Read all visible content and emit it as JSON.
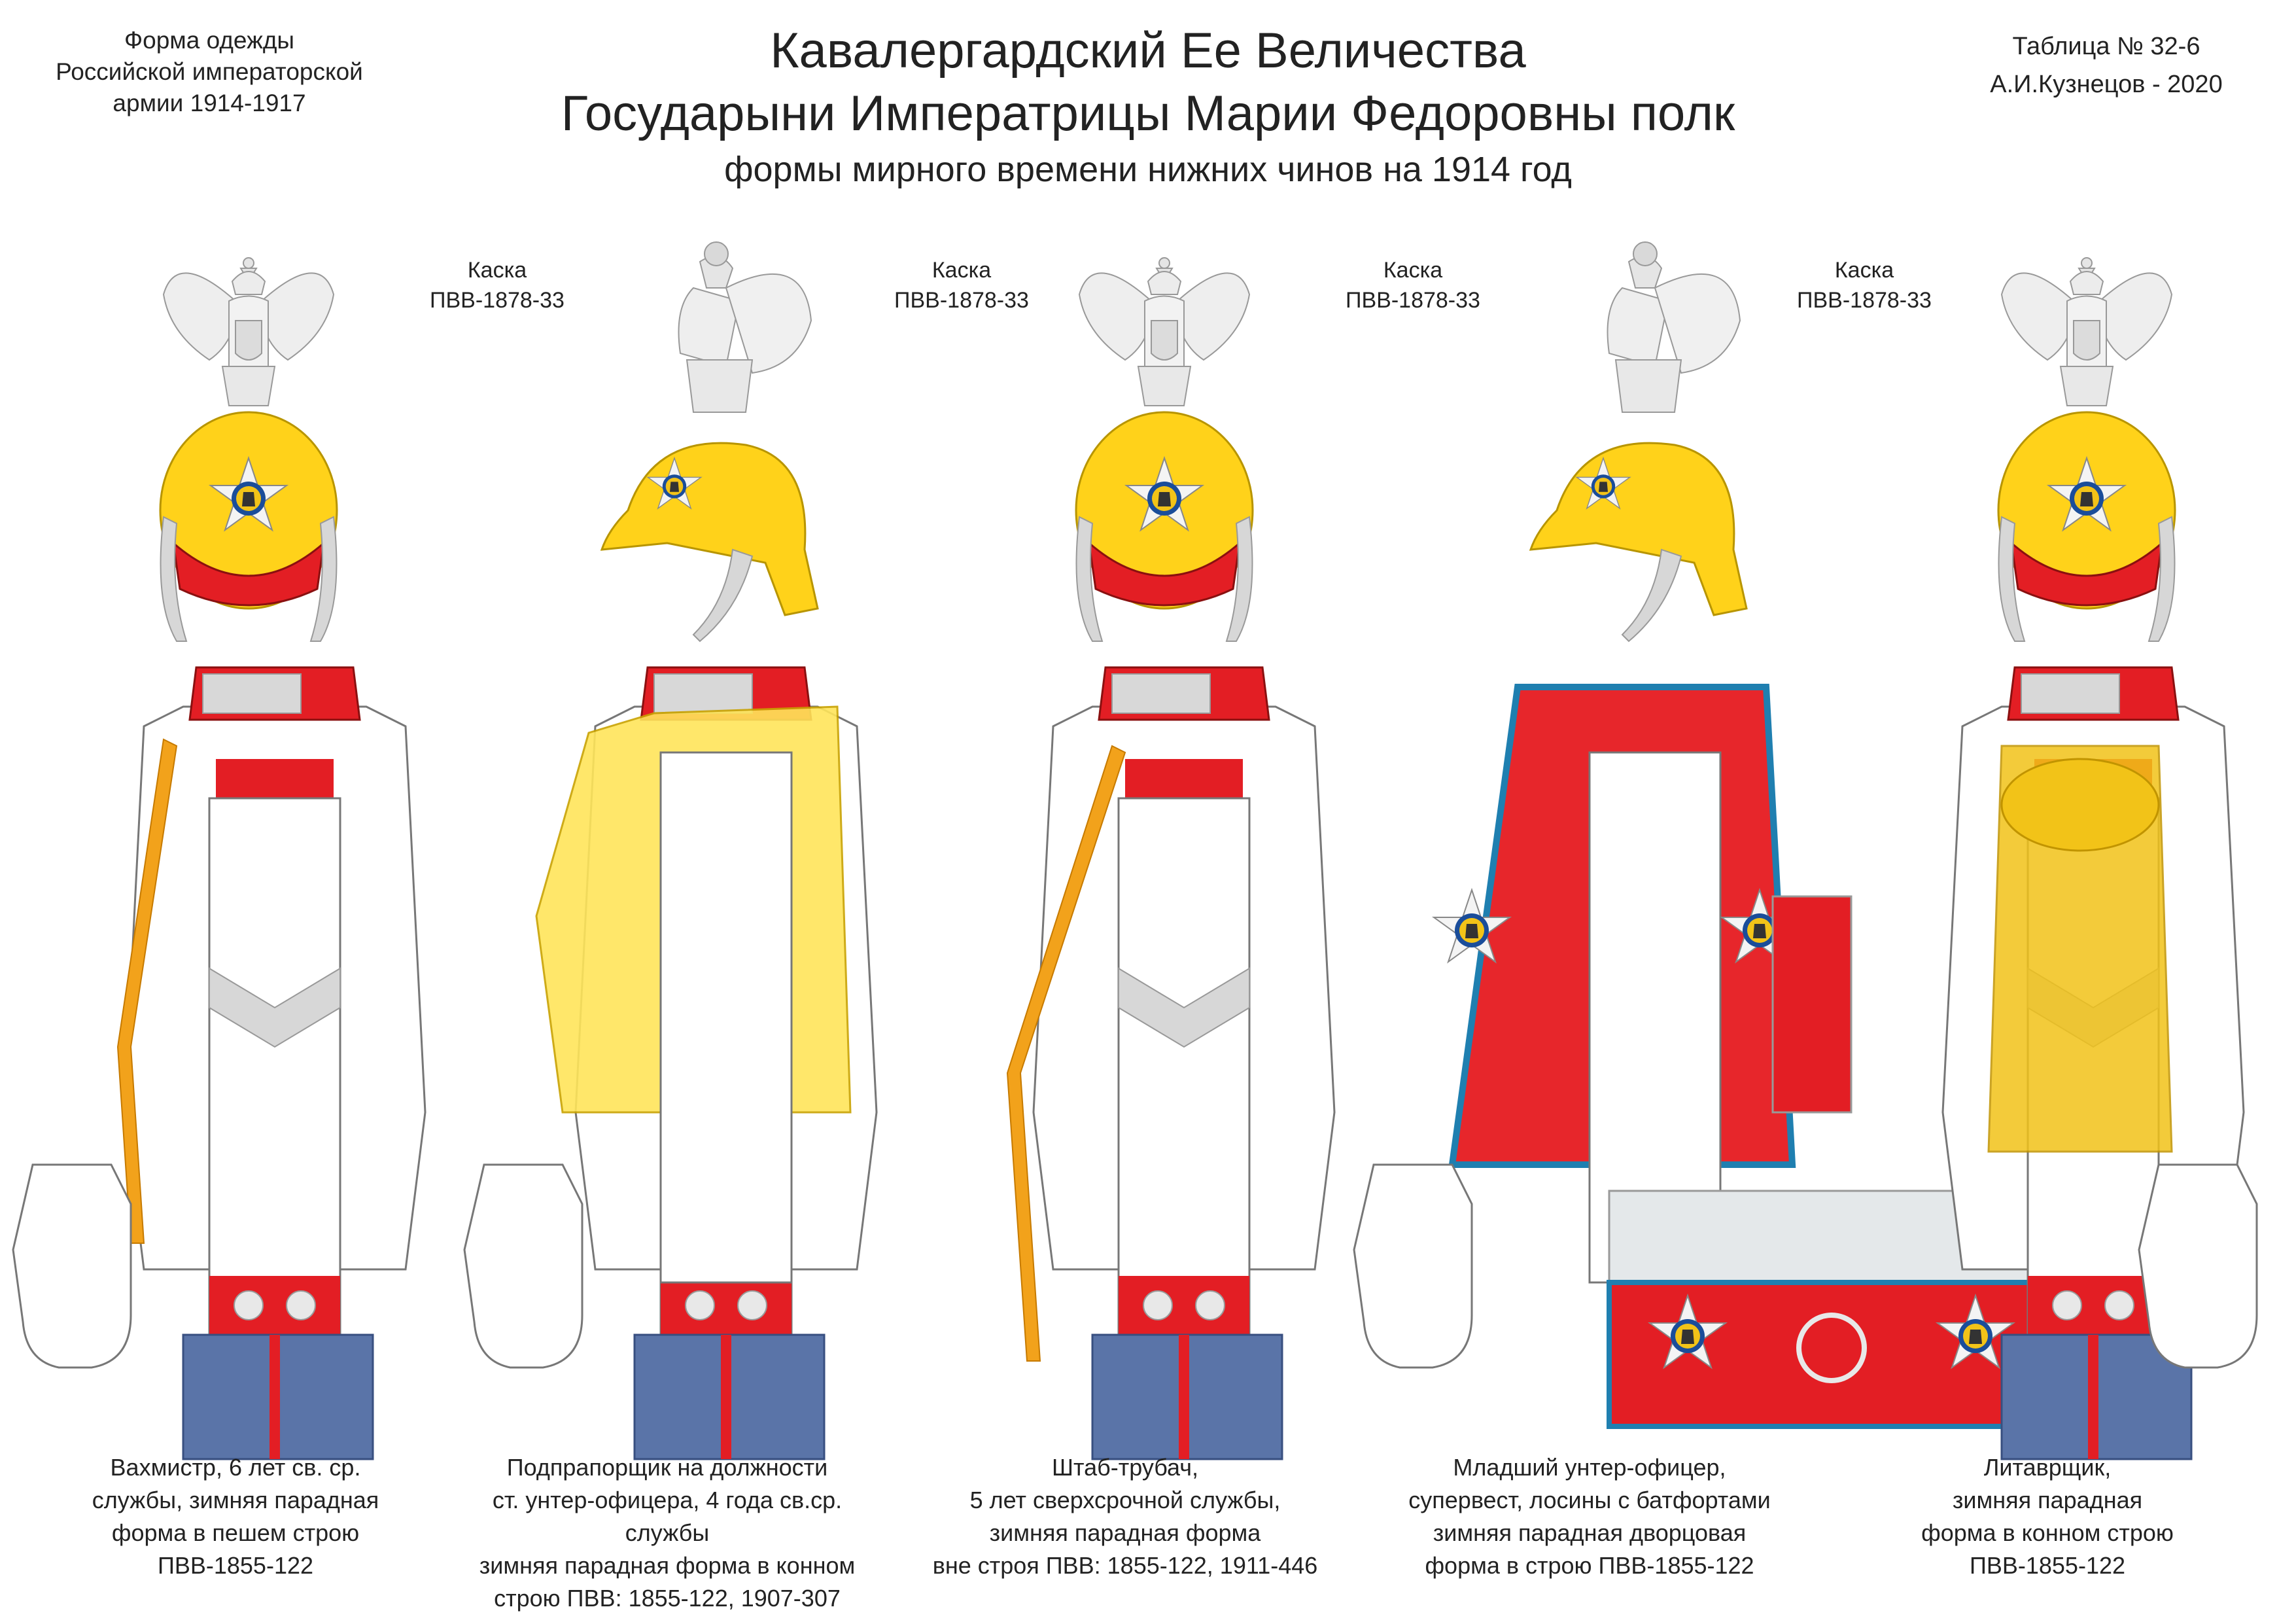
{
  "header": {
    "top_left_lines": [
      "Форма одежды",
      "Российской императорской",
      "армии  1914-1917"
    ],
    "top_right_lines": [
      "Таблица № 32-6",
      "А.И.Кузнецов - 2020"
    ],
    "title_line1": "Кавалергардский Ее Величества",
    "title_line2": "Государыни Императрицы Марии Федоровны полк",
    "subtitle": "формы мирного времени нижних чинов  на 1914 год"
  },
  "helmet_labels": [
    {
      "line1": "Каска",
      "line2": "ПВВ-1878-33"
    },
    {
      "line1": "Каска",
      "line2": "ПВВ-1878-33"
    },
    {
      "line1": "Каска",
      "line2": "ПВВ-1878-33"
    },
    {
      "line1": "Каска",
      "line2": "ПВВ-1878-33"
    }
  ],
  "figures": [
    {
      "lines": [
        "Вахмистр, 6 лет св. ср.",
        "службы, зимняя парадная",
        "форма в пешем строю",
        "ПВВ-1855-122"
      ]
    },
    {
      "lines": [
        "Подпрапорщик на должности",
        "ст. унтер-офицера, 4 года св.ср. службы",
        "зимняя парадная форма в конном",
        "строю ПВВ: 1855-122, 1907-307"
      ]
    },
    {
      "lines": [
        "Штаб-трубач,",
        "5 лет сверхсрочной службы,",
        "зимняя парадная форма",
        "вне строя ПВВ: 1855-122, 1911-446"
      ]
    },
    {
      "lines": [
        "Младший унтер-офицер,",
        "супервест, лосины с батфортами",
        "зимняя парадная дворцовая",
        "форма в строю ПВВ-1855-122"
      ]
    },
    {
      "lines": [
        "Литаврщик,",
        "зимняя парадная",
        "форма в конном строю",
        "ПВВ-1855-122"
      ]
    }
  ],
  "colors": {
    "helmet_yellow": "#ffd21a",
    "collar_red": "#e31e24",
    "tunic_white": "#ffffff",
    "trouser_blue": "#5a74a8",
    "silver": "#d4d8dc",
    "gold": "#f2c318",
    "supervest_red": "#e7262b",
    "supervest_border_blue": "#1f7fb0"
  },
  "icons": [
    "double-headed-eagle-icon",
    "star-of-st-andrew-icon",
    "crown-icon",
    "monogram-icon"
  ]
}
